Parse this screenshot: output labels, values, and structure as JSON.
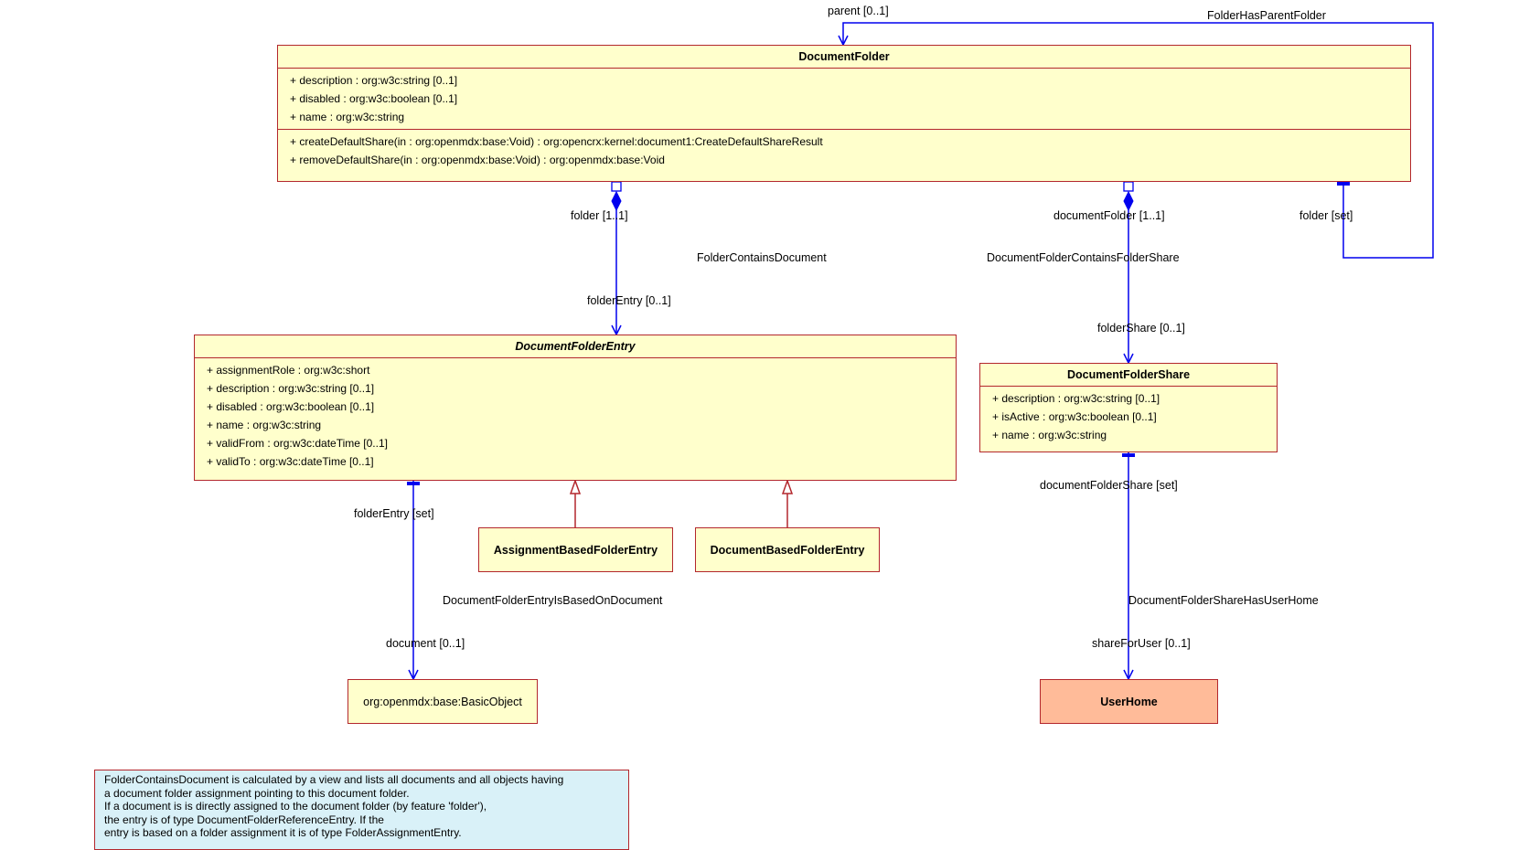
{
  "classes": {
    "document_folder": {
      "name": "DocumentFolder",
      "attributes": [
        "+ description : org:w3c:string [0..1]",
        "+ disabled : org:w3c:boolean [0..1]",
        "+ name : org:w3c:string"
      ],
      "operations": [
        "+ createDefaultShare(in : org:openmdx:base:Void) : org:opencrx:kernel:document1:CreateDefaultShareResult",
        "+ removeDefaultShare(in : org:openmdx:base:Void) : org:openmdx:base:Void"
      ]
    },
    "document_folder_entry": {
      "name": "DocumentFolderEntry",
      "abstract": true,
      "attributes": [
        "+ assignmentRole : org:w3c:short",
        "+ description : org:w3c:string [0..1]",
        "+ disabled : org:w3c:boolean [0..1]",
        "+ name : org:w3c:string",
        "+ validFrom : org:w3c:dateTime [0..1]",
        "+ validTo : org:w3c:dateTime [0..1]"
      ]
    },
    "document_folder_share": {
      "name": "DocumentFolderShare",
      "attributes": [
        "+ description : org:w3c:string [0..1]",
        "+ isActive : org:w3c:boolean [0..1]",
        "+ name : org:w3c:string"
      ]
    },
    "assignment_based_folder_entry": {
      "name": "AssignmentBasedFolderEntry"
    },
    "document_based_folder_entry": {
      "name": "DocumentBasedFolderEntry"
    },
    "basic_object": {
      "name": "org:openmdx:base:BasicObject"
    },
    "user_home": {
      "name": "UserHome"
    }
  },
  "associations": {
    "folder_has_parent_folder": {
      "name": "FolderHasParentFolder",
      "end_parent": "parent [0..1]",
      "end_folder": "folder [set]"
    },
    "folder_contains_document": {
      "name": "FolderContainsDocument",
      "end_folder": "folder [1..1]",
      "end_entry": "folderEntry [0..1]"
    },
    "document_folder_contains_folder_share": {
      "name": "DocumentFolderContainsFolderShare",
      "end_folder": "documentFolder [1..1]",
      "end_share": "folderShare [0..1]"
    },
    "document_folder_entry_is_based_on_document": {
      "name": "DocumentFolderEntryIsBasedOnDocument",
      "end_entry": "folderEntry [set]",
      "end_document": "document [0..1]"
    },
    "document_folder_share_has_user_home": {
      "name": "DocumentFolderShareHasUserHome",
      "end_share": "documentFolderShare [set]",
      "end_user": "shareForUser [0..1]"
    }
  },
  "note": {
    "lines": [
      "FolderContainsDocument is calculated by a view and lists all documents and all objects having",
      "a document folder assignment pointing to this document folder.",
      "If a document is is directly assigned to the document folder (by feature 'folder'),",
      "the entry is of type DocumentFolderReferenceEntry. If the",
      "entry is based on a folder assignment it is of type FolderAssignmentEntry."
    ]
  },
  "colors": {
    "class_fill": "#ffffcc",
    "class_border": "#b3272d",
    "user_home_fill": "#ffbb99",
    "note_fill": "#d9f1f8",
    "association_line": "#0000ee",
    "generalization_line": "#b3272d"
  }
}
